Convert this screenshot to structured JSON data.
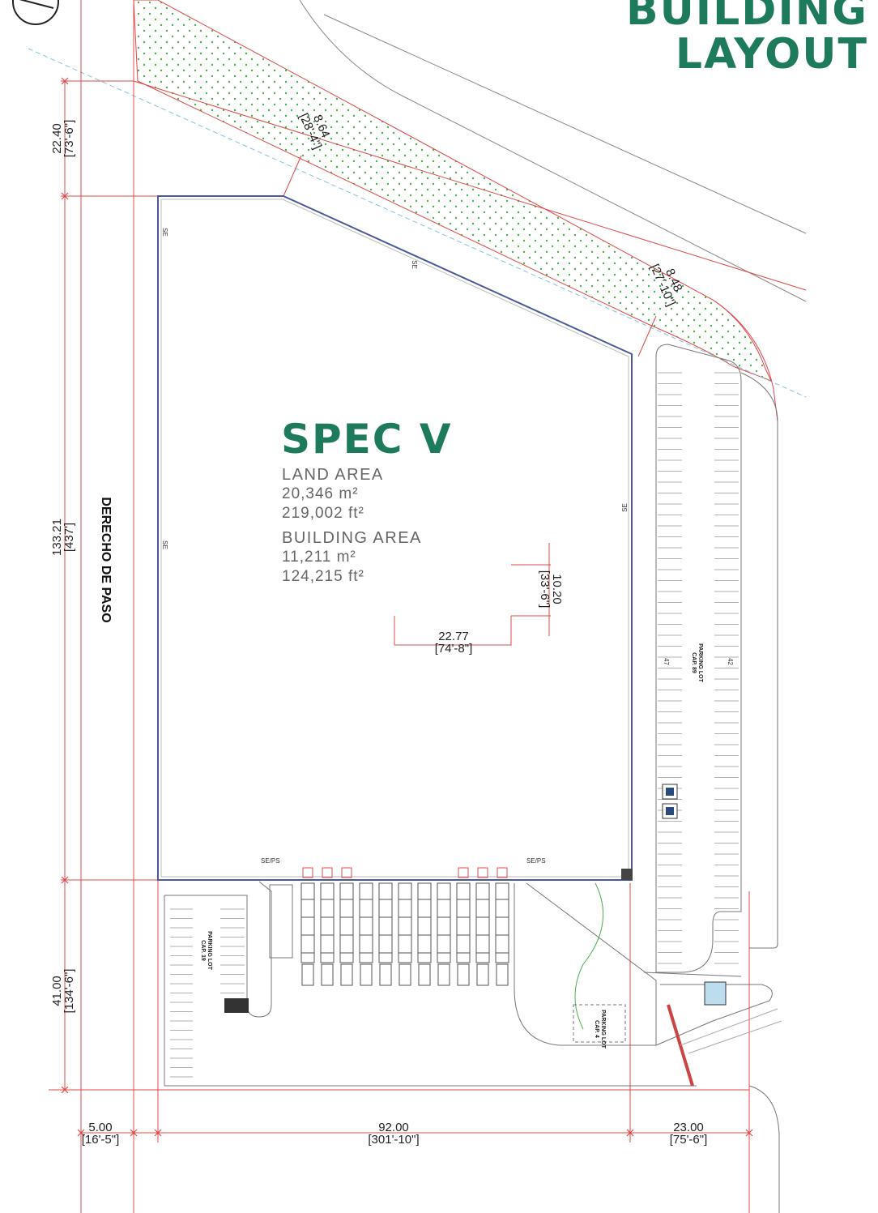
{
  "title": {
    "line1": "BUILDING",
    "line2": "LAYOUT"
  },
  "spec": {
    "name": "SPEC V",
    "land_area_label": "LAND AREA",
    "land_area_m2": "20,346 m²",
    "land_area_ft2": "219,002 ft²",
    "building_area_label": "BUILDING AREA",
    "building_area_m2": "11,211 m²",
    "building_area_ft2": "124,215 ft²"
  },
  "road_label": "DERECHO DE PASO",
  "dimensions": {
    "left_top": {
      "m": "22.40",
      "ft": "[73'-6\"]"
    },
    "left_mid": {
      "m": "133.21",
      "ft": "[437']"
    },
    "left_bottom": {
      "m": "41.00",
      "ft": "[134'-6\"]"
    },
    "bottom_left": {
      "m": "5.00",
      "ft": "[16'-5\"]"
    },
    "bottom_mid": {
      "m": "92.00",
      "ft": "[301'-10\"]"
    },
    "bottom_right": {
      "m": "23.00",
      "ft": "[75'-6\"]"
    },
    "diag_top": {
      "m": "8.64",
      "ft": "[28'-4\"]"
    },
    "diag_right": {
      "m": "8.48",
      "ft": "[27'-10\"]"
    },
    "column_x": {
      "m": "22.77",
      "ft": "[74'-8\"]"
    },
    "column_y": {
      "m": "10.20",
      "ft": "[33'-6\"]"
    }
  },
  "annotations": {
    "se": "SE",
    "seps": "SE/PS"
  },
  "parking": {
    "east": {
      "label": "PARKING LOT",
      "cap": "CAP. 89",
      "left_count": "47",
      "right_count": "42"
    },
    "west": {
      "label": "PARKING LOT",
      "cap": "CAP. 19"
    },
    "south": {
      "label": "PARKING LOT",
      "cap": "CAP. 4"
    }
  },
  "colors": {
    "title_green": "#1e7a5c",
    "property_line": "#e04848",
    "building_outline": "#4a5a9a",
    "greenbelt_dots": "#4caf50",
    "setback_line": "#7fc4e0"
  }
}
